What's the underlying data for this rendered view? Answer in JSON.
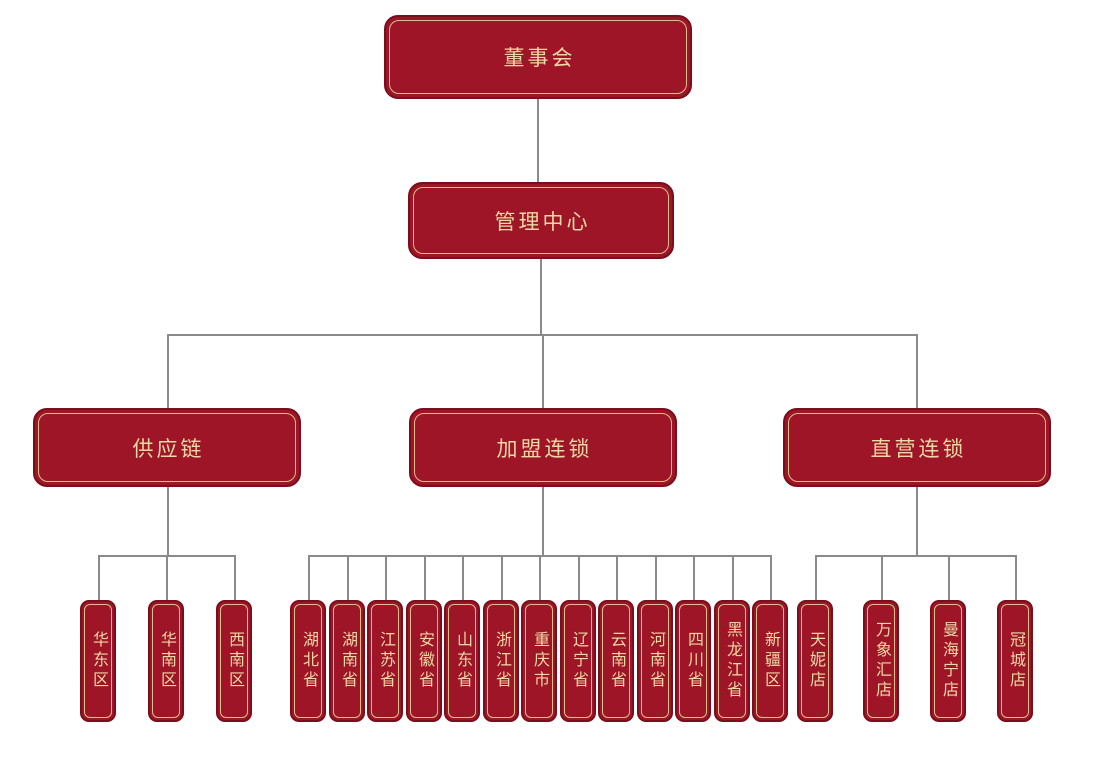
{
  "org": {
    "root": "董事会",
    "management": "管理中心",
    "branches": [
      {
        "label": "供应链",
        "children": [
          "华东区",
          "华南区",
          "西南区"
        ]
      },
      {
        "label": "加盟连锁",
        "children": [
          "湖北省",
          "湖南省",
          "江苏省",
          "安徽省",
          "山东省",
          "浙江省",
          "重庆市",
          "辽宁省",
          "云南省",
          "河南省",
          "四川省",
          "黑龙江省",
          "新疆区"
        ]
      },
      {
        "label": "直营连锁",
        "children": [
          "天妮店",
          "万象汇店",
          "曼海宁店",
          "冠城店"
        ]
      }
    ]
  },
  "colors": {
    "node_fill": "#9d1526",
    "node_border": "#7a0e1c",
    "inner_line": "#d8bf8b",
    "text": "#eed9a4",
    "connector": "#8a8a8a",
    "background": "#ffffff"
  }
}
